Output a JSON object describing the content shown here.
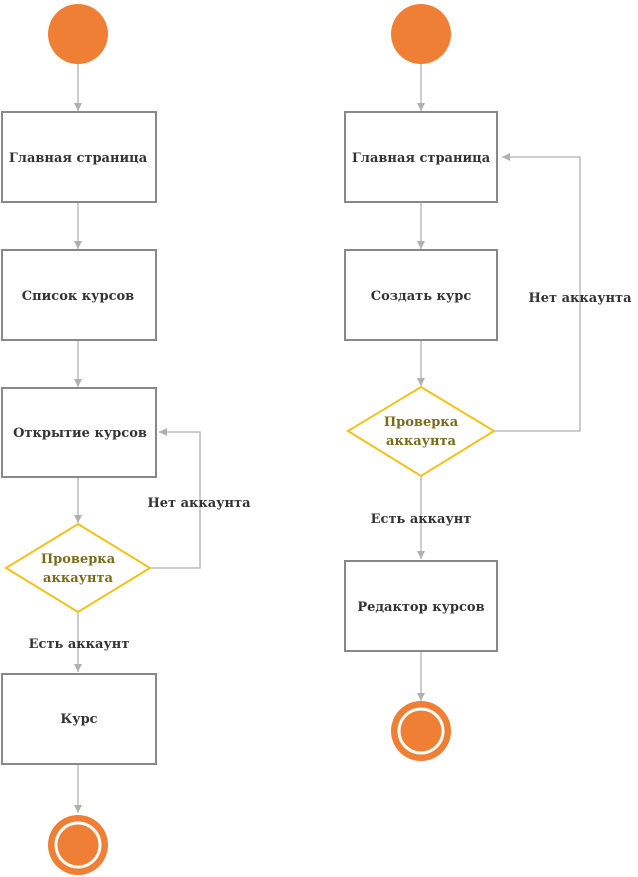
{
  "colors": {
    "node_fill": "#ee7f34",
    "decision_border": "#f2c21b",
    "decision_text": "#7a6a1e",
    "box_border": "#888888",
    "edge": "#b0b0b0"
  },
  "left_flow": {
    "main_page": "Главная страница",
    "course_list": "Список курсов",
    "open_courses": "Открытие курсов",
    "check_line1": "Проверка",
    "check_line2": "аккаунта",
    "no_account": "Нет аккаунта",
    "has_account": "Есть аккаунт",
    "course": "Курс"
  },
  "right_flow": {
    "main_page": "Главная страница",
    "create_course": "Создать курс",
    "check_line1": "Проверка",
    "check_line2": "аккаунта",
    "no_account": "Нет аккаунта",
    "has_account": "Есть аккаунт",
    "course_editor": "Редактор курсов"
  }
}
